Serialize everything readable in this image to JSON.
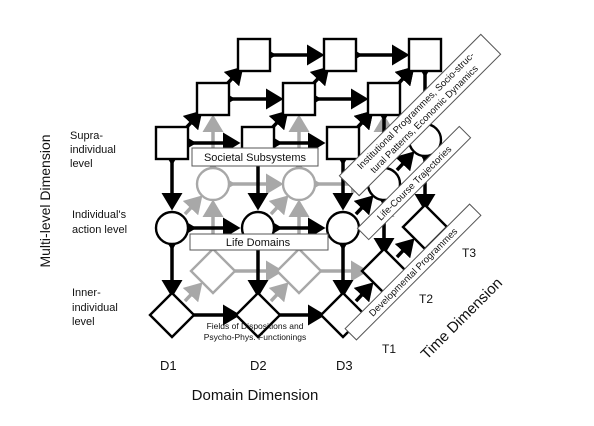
{
  "labels": {
    "multilevel_axis": "Multi-level Dimension",
    "domain_axis": "Domain Dimension",
    "time_axis": "Time Dimension",
    "supra_lines": [
      "Supra-",
      "individual",
      "level"
    ],
    "individual_lines": [
      "Individual's",
      "action level"
    ],
    "inner_lines": [
      "Inner-",
      "individual",
      "level"
    ],
    "d1": "D1",
    "d2": "D2",
    "d3": "D3",
    "t1": "T1",
    "t2": "T2",
    "t3": "T3",
    "societal": "Societal Subsystems",
    "life_domains": "Life Domains",
    "fields_lines": [
      "Fields of Dispositions and",
      "Psycho-Phys. Functionings"
    ],
    "institutional_lines": [
      "Institutional Programmes, Socio-struc-",
      "tural Patterns, Economic Dynamics"
    ],
    "life_course": "Life-Course Trajectories",
    "developmental": "Developmental Programmes"
  }
}
